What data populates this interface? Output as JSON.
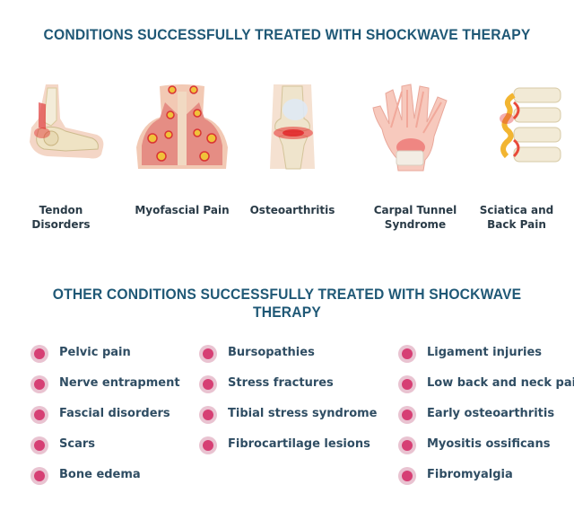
{
  "headings": {
    "main": "CONDITIONS SUCCESSFULLY TREATED WITH SHOCKWAVE THERAPY",
    "other": "OTHER CONDITIONS SUCCESSFULLY TREATED WITH SHOCKWAVE THERAPY"
  },
  "conditions": [
    {
      "label": "Tendon\nDisorders",
      "icon": "foot-ankle-icon"
    },
    {
      "label": "Myofascial Pain",
      "icon": "neck-shoulder-icon"
    },
    {
      "label": "Osteoarthritis",
      "icon": "knee-joint-icon"
    },
    {
      "label": "Carpal Tunnel\nSyndrome",
      "icon": "hand-wrist-icon"
    },
    {
      "label": "Sciatica and\nBack Pain",
      "icon": "spine-icon"
    }
  ],
  "other_conditions": {
    "column1": [
      "Pelvic pain",
      "Nerve entrapment",
      "Fascial disorders",
      "Scars",
      "Bone edema"
    ],
    "column2": [
      "Bursopathies",
      "Stress fractures",
      "Tibial stress syndrome",
      "Fibrocartilage lesions"
    ],
    "column3": [
      "Ligament injuries",
      "Low back and neck pain",
      "Early osteoarthritis",
      "Myositis ossificans",
      "Fibromyalgia"
    ]
  },
  "colors": {
    "heading": "#1f5876",
    "bullet": "#d63f74",
    "bullet_ring": "#e9c3d1",
    "text": "#2f4d63"
  }
}
